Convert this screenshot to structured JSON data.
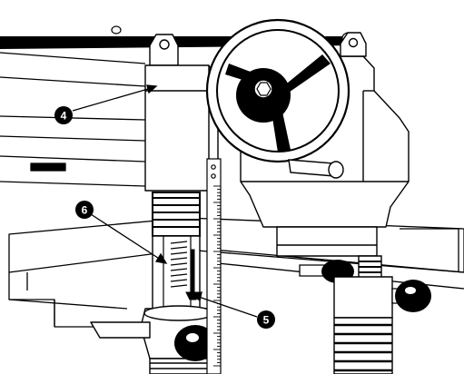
{
  "figure": {
    "callouts": [
      {
        "id": "callout-4",
        "label": "4"
      },
      {
        "id": "callout-6",
        "label": "6"
      },
      {
        "id": "callout-5",
        "label": "5"
      }
    ],
    "colors": {
      "ink": "#000000",
      "paper": "#ffffff",
      "callout_fill": "#000000",
      "callout_text": "#ffffff"
    }
  }
}
